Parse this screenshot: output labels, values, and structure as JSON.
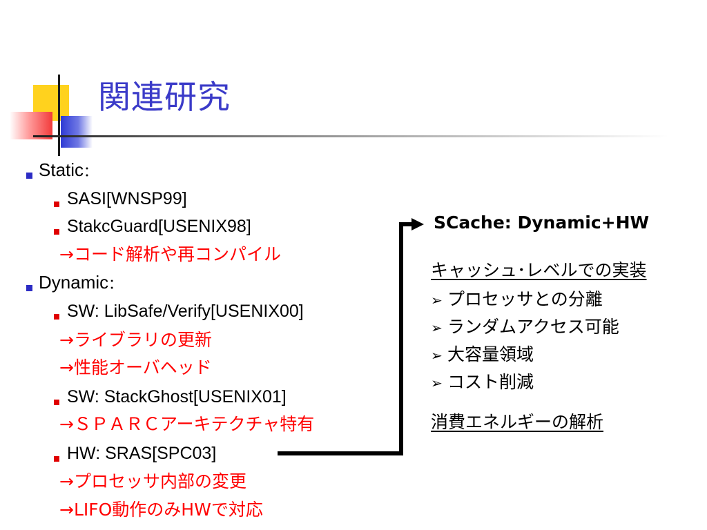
{
  "slide": {
    "title": "関連研究",
    "left": {
      "static_label": "Static",
      "static_colon": "：",
      "sasi": "SASI[WNSP99]",
      "stackguard": "StakcGuard[USENIX98]",
      "static_note": "→コード解析や再コンパイル",
      "dynamic_label": "Dynamic",
      "dynamic_colon": "：",
      "libsafe": "SW: LibSafe/Verify[USENIX00]",
      "libsafe_note1": "→ライブラリの更新",
      "libsafe_note2": "→性能オーバヘッド",
      "stackghost": "SW: StackGhost[USENIX01]",
      "stackghost_note": "→ＳＰＡＲＣアーキテクチャ特有",
      "sras": "HW: SRAS[SPC03]",
      "sras_note1": "→プロセッサ内部の変更",
      "sras_note2": "→LIFO動作のみHWで対応"
    },
    "right": {
      "scache": "SCache: Dynamic+HW",
      "impl_heading": "キャッシュ･レベルでの実装",
      "arrow_glyph": "➢",
      "points": [
        "プロセッサとの分離",
        "ランダムアクセス可能",
        "大容量領域",
        "コスト削減"
      ],
      "energy_heading": "消費エネルギーの解析"
    },
    "colors": {
      "title": "#3a3ac8",
      "note": "#ff0000",
      "bullet_l1": "#2c2cc4",
      "bullet_l2": "#e00000"
    }
  }
}
